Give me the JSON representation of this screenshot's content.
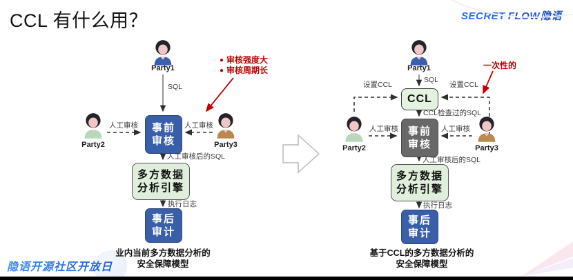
{
  "title": "CCL 有什么用？",
  "logo": {
    "secret": "SECRET",
    "flow": "FLOW",
    "cn": "隐语"
  },
  "footer": {
    "event_name": "隐语开源社区开放日"
  },
  "colors": {
    "blue_box": "#3a5fa9",
    "gray_box": "#686868",
    "green_box_fill": "#e0efdc",
    "ccl_box_fill": "#e4f2e0",
    "annotation_red": "#c00000",
    "logo_blue": "#2a6cf0",
    "party1_shirt": "#3b5fae",
    "party2_shirt": "#b7d8bb",
    "party3_shirt": "#b9894f"
  },
  "left": {
    "party1": "Party1",
    "party2": "Party2",
    "party3": "Party3",
    "sql": "SQL",
    "manual_review_left": "人工审核",
    "manual_review_right": "人工审核",
    "pre_review_line1": "事前",
    "pre_review_line2": "审核",
    "reviewed_sql": "人工审核后的SQL",
    "engine_line1": "多方数据",
    "engine_line2": "分析引擎",
    "exec_log": "执行日志",
    "post_audit_line1": "事后",
    "post_audit_line2": "审计",
    "caption_line1": "业内当前多方数据分析的",
    "caption_line2": "安全保障模型",
    "annotation": {
      "bullet": "●",
      "item1": "审核强度大",
      "item2": "审核周期长"
    }
  },
  "right": {
    "party1": "Party1",
    "party2": "Party2",
    "party3": "Party3",
    "sql": "SQL",
    "set_ccl_left": "设置CCL",
    "set_ccl_right": "设置CCL",
    "ccl": "CCL",
    "ccl_checked_sql": "CCL检查过的SQL",
    "manual_review_left": "人工审核",
    "manual_review_right": "人工审核",
    "pre_review_line1": "事前",
    "pre_review_line2": "审核",
    "reviewed_sql": "人工审核后的SQL",
    "engine_line1": "多方数据",
    "engine_line2": "分析引擎",
    "exec_log": "执行日志",
    "post_audit_line1": "事后",
    "post_audit_line2": "审计",
    "caption_line1": "基于CCL的多方数据分析的",
    "caption_line2": "安全保障模型",
    "annotation": {
      "note": "一次性的"
    }
  }
}
